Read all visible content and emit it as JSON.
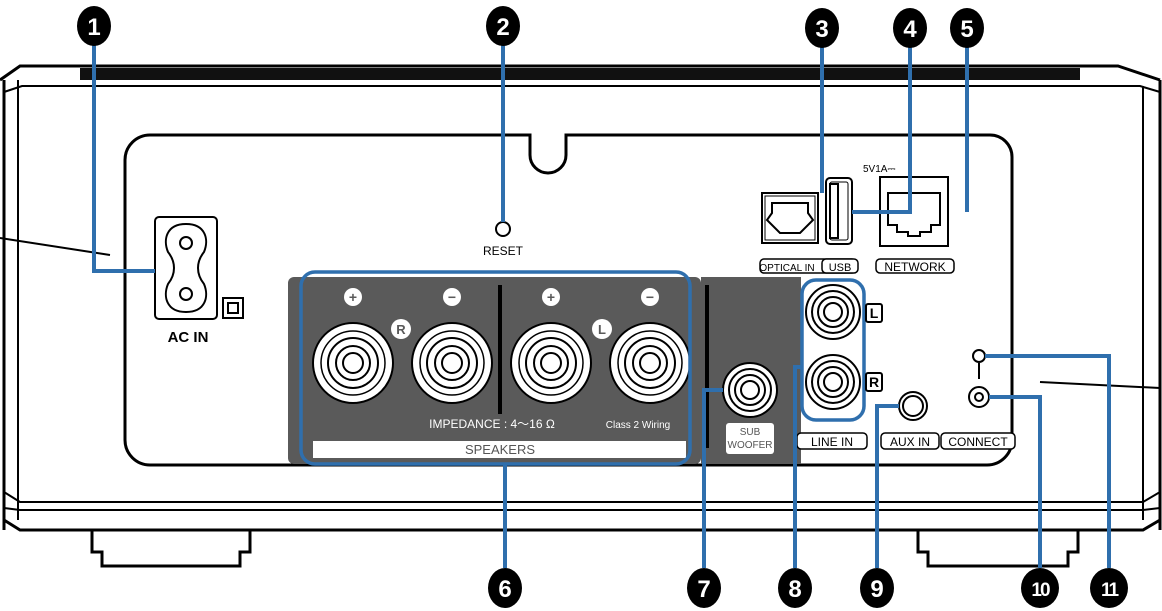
{
  "diagram": {
    "title": "Rear panel connectors",
    "colors": {
      "callout_fill": "#000000",
      "leader_line": "#2f6fad",
      "speaker_panel": "#5a5a5a",
      "outline": "#000000"
    },
    "labels": {
      "ac_in": "AC IN",
      "reset": "RESET",
      "optical_in": "OPTICAL IN",
      "usb": "USB",
      "usb_rating": "5V1A⎓",
      "network": "NETWORK",
      "speakers": "SPEAKERS",
      "impedance": "IMPEDANCE : 4～16 Ω",
      "class2": "Class 2 Wiring",
      "sub_line1": "SUB",
      "sub_line2": "WOOFER",
      "line_in": "LINE IN",
      "aux_in": "AUX IN",
      "connect": "CONNECT",
      "ch_L": "L",
      "ch_R": "R",
      "spk_R": "R",
      "spk_L": "L",
      "plus": "+",
      "minus": "−"
    },
    "callouts": [
      {
        "number": "1",
        "target": "AC IN"
      },
      {
        "number": "2",
        "target": "RESET"
      },
      {
        "number": "3",
        "target": "OPTICAL IN"
      },
      {
        "number": "4",
        "target": "USB"
      },
      {
        "number": "5",
        "target": "NETWORK"
      },
      {
        "number": "6",
        "target": "SPEAKERS"
      },
      {
        "number": "7",
        "target": "SUB WOOFER"
      },
      {
        "number": "8",
        "target": "LINE IN"
      },
      {
        "number": "9",
        "target": "AUX IN"
      },
      {
        "number": "10",
        "target": "CONNECT button"
      },
      {
        "number": "11",
        "target": "CONNECT indicator"
      }
    ]
  }
}
